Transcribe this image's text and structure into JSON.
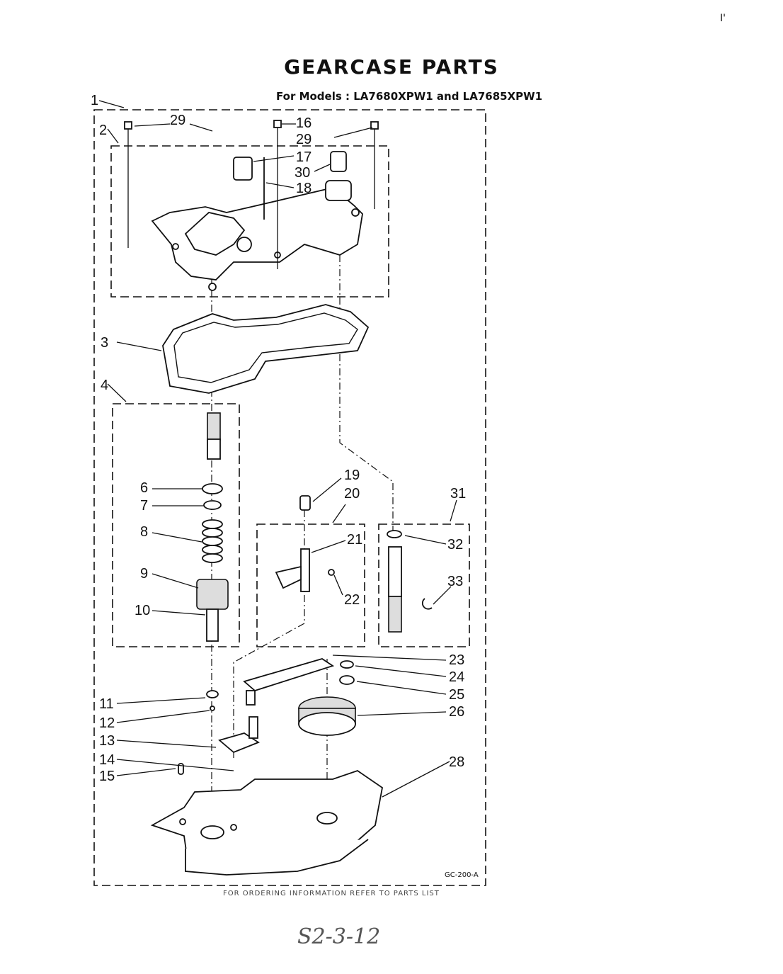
{
  "title": "GEARCASE PARTS",
  "subtitle": "For Models : LA7680XPW1 and LA7685XPW1",
  "page_mark": "I'",
  "diagram_code": "GC-200-A",
  "footer_note": "FOR ORDERING INFORMATION REFER TO PARTS LIST",
  "handwritten_note": "S2-3-12",
  "callouts": {
    "c1": "1",
    "c2": "2",
    "c3": "3",
    "c4": "4",
    "c6": "6",
    "c7": "7",
    "c8": "8",
    "c9": "9",
    "c10": "10",
    "c11": "11",
    "c12": "12",
    "c13": "13",
    "c14": "14",
    "c15": "15",
    "c16": "16",
    "c17": "17",
    "c18": "18",
    "c19": "19",
    "c20": "20",
    "c21": "21",
    "c22": "22",
    "c23": "23",
    "c24": "24",
    "c25": "25",
    "c26": "26",
    "c28": "28",
    "c29a": "29",
    "c29b": "29",
    "c30": "30",
    "c31": "31",
    "c32": "32",
    "c33": "33"
  }
}
